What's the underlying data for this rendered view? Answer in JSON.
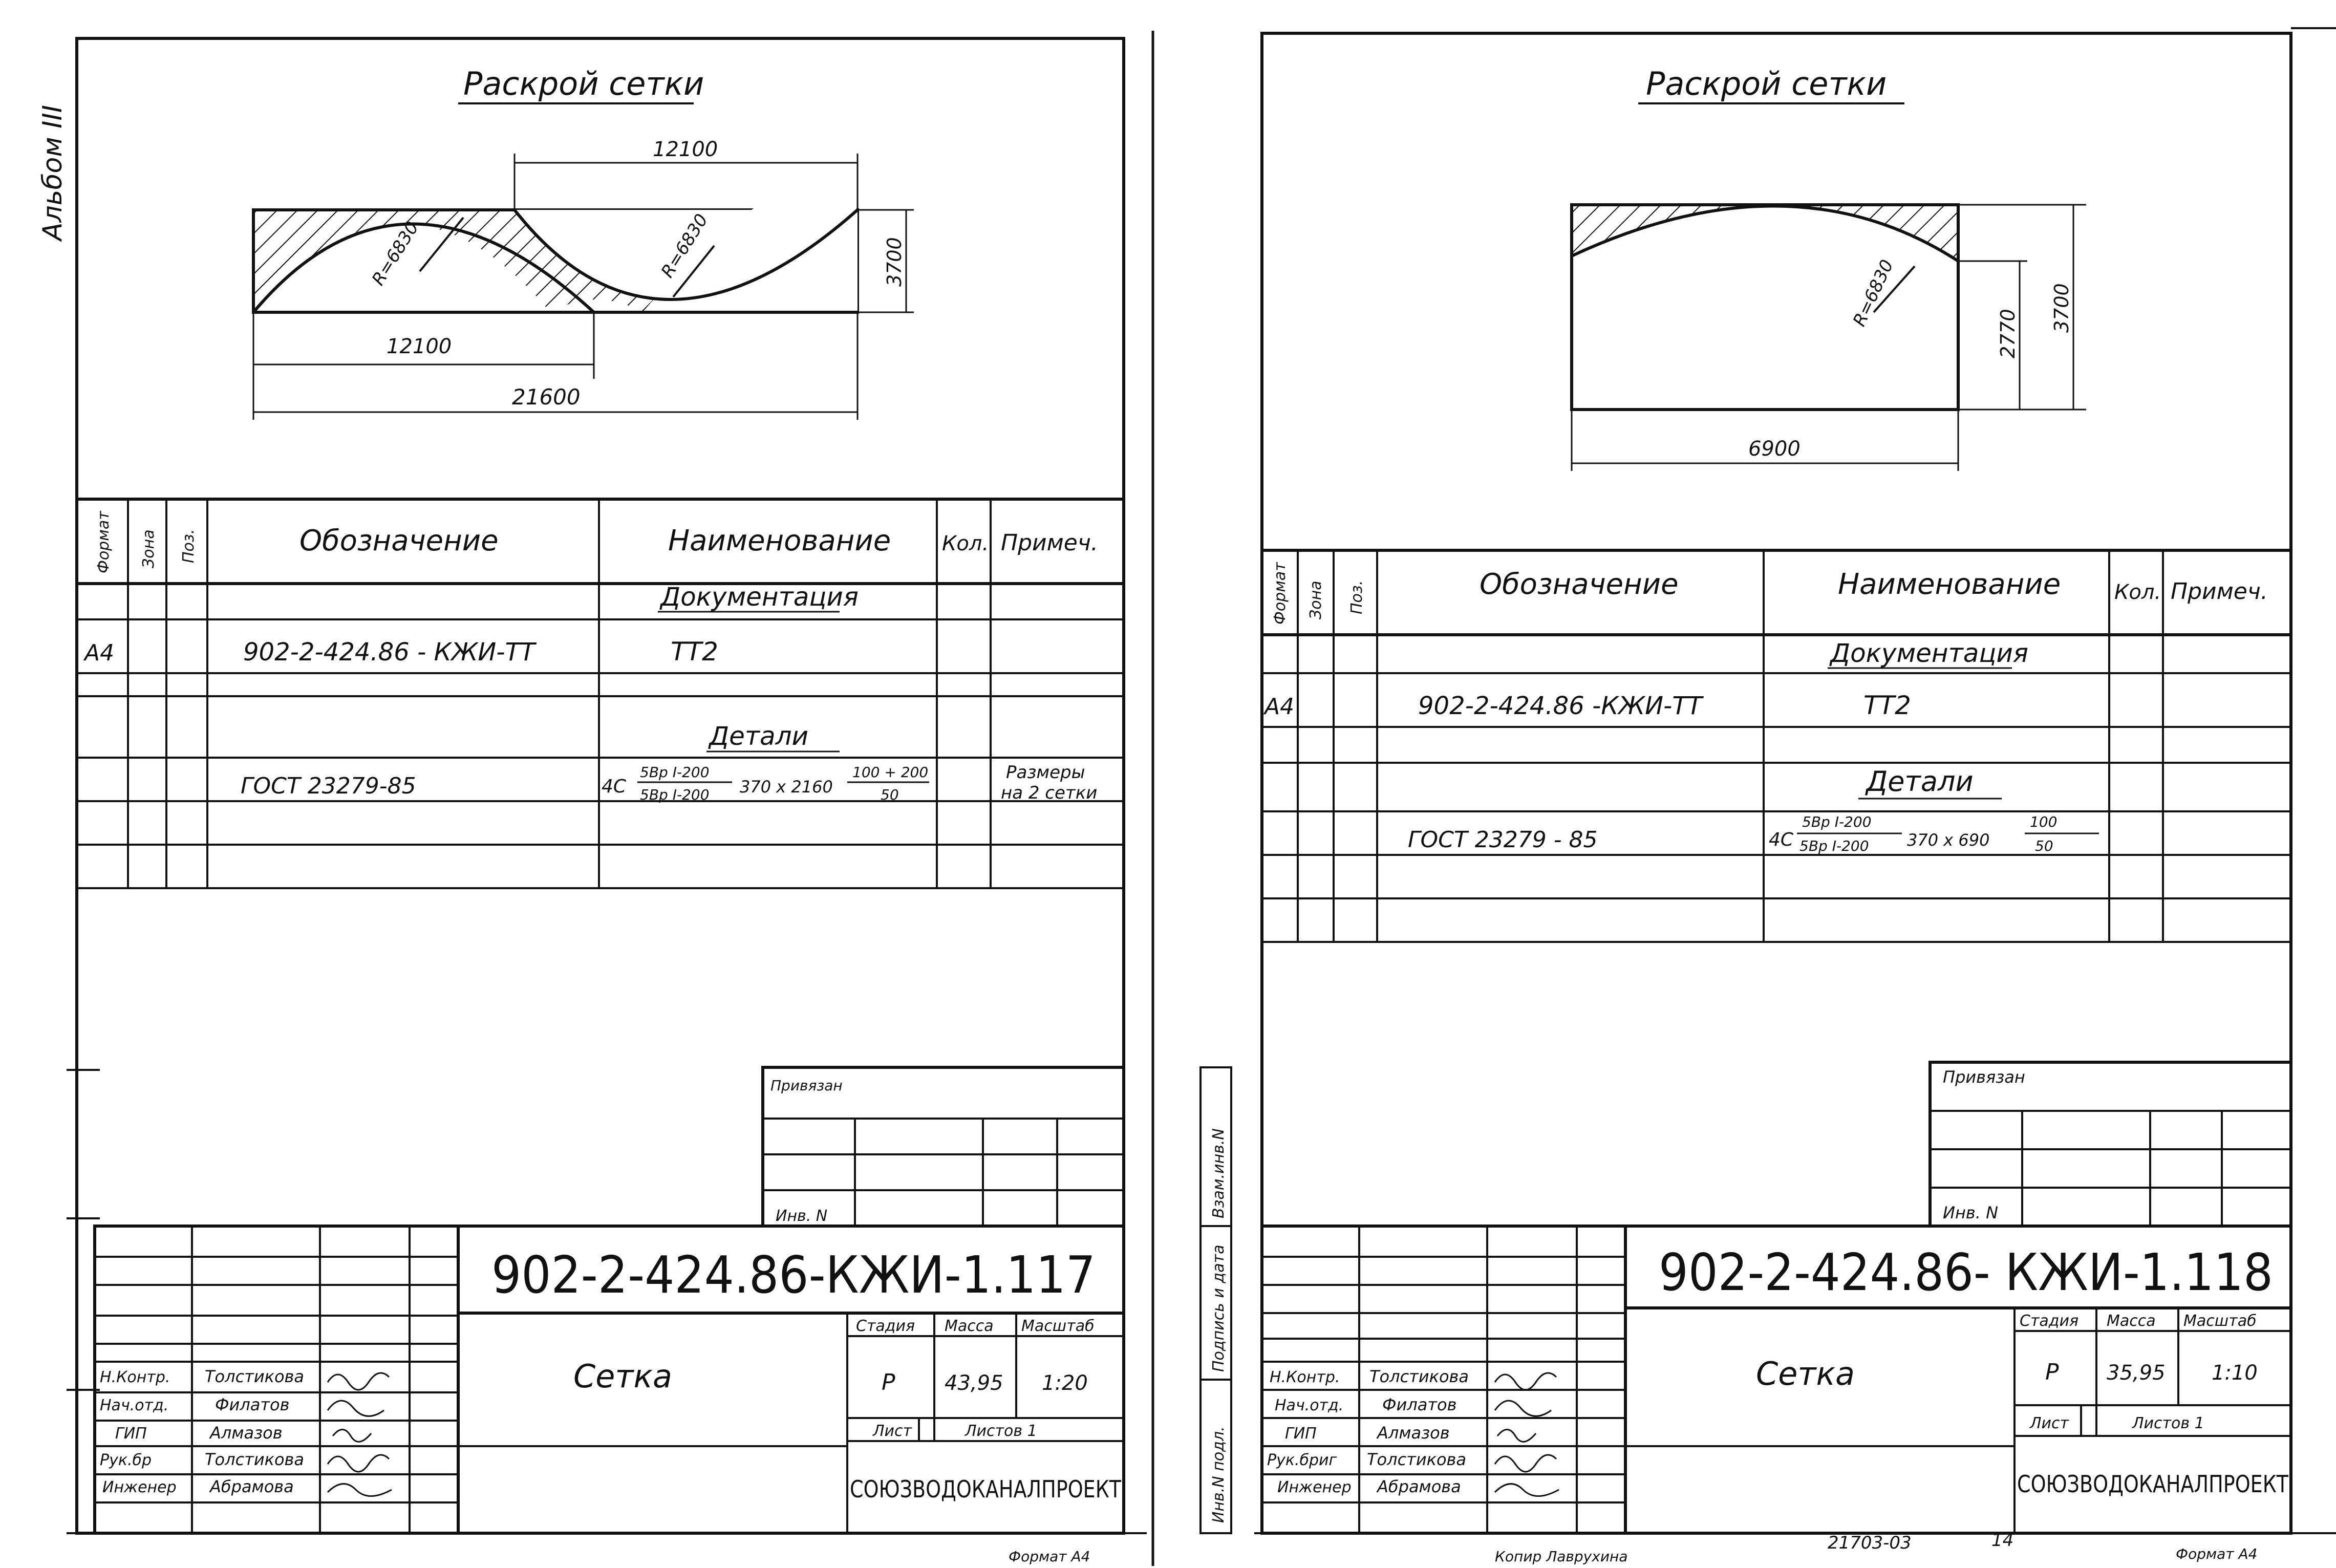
{
  "side_label": "Альбом III",
  "sheets": [
    {
      "title": "Раскрой сетки",
      "dims": {
        "top": "12100",
        "bottom_left": "12100",
        "total": "21600",
        "height": "3700",
        "radius1": "R=6830",
        "radius2": "R=6830"
      },
      "spec": {
        "headers": {
          "format": "Формат",
          "zone": "Зона",
          "pos": "Поз.",
          "designation": "Обозначение",
          "name": "Наименование",
          "qty": "Кол.",
          "note": "Примеч."
        },
        "section_docs": "Документация",
        "doc_format": "А4",
        "doc_designation": "902-2-424.86 - КЖИ-ТТ",
        "doc_name": "ТТ2",
        "section_parts": "Детали",
        "part_designation": "ГОСТ 23279-85",
        "part_prefix": "4С",
        "part_frac_top": "5Вр I-200",
        "part_frac_bottom": "5Вр I-200",
        "part_size": "370 x 2160",
        "part_frac2_top": "100 + 200",
        "part_frac2_bottom": "50",
        "part_note_1": "Размеры",
        "part_note_2": "на 2 сетки"
      },
      "stamp": {
        "privyazan": "Привязан",
        "inv": "Инв. N",
        "code": "902-2-424.86-КЖИ-1.117",
        "name": "Сетка",
        "stage_h": "Стадия",
        "mass_h": "Масса",
        "scale_h": "Масштаб",
        "stage": "Р",
        "mass": "43,95",
        "scale": "1:20",
        "sheet_h": "Лист",
        "sheets_h": "Листов 1",
        "org": "СОЮЗВОДОКАНАЛПРОЕКТ",
        "roles": [
          "Н.Контр.",
          "Нач.отд.",
          "ГИП",
          "Рук.бр",
          "Инженер"
        ],
        "names": [
          "Толстикова",
          "Филатов",
          "Алмазов",
          "Толстикова",
          "Абрамова"
        ]
      },
      "footer": "Формат А4"
    },
    {
      "title": "Раскрой сетки",
      "dims": {
        "width": "6900",
        "height_inner": "2770",
        "height": "3700",
        "radius": "R=6830"
      },
      "spec": {
        "headers": {
          "format": "Формат",
          "zone": "Зона",
          "pos": "Поз.",
          "designation": "Обозначение",
          "name": "Наименование",
          "qty": "Кол.",
          "note": "Примеч."
        },
        "section_docs": "Документация",
        "doc_format": "А4",
        "doc_designation": "902-2-424.86 -КЖИ-ТТ",
        "doc_name": "ТТ2",
        "section_parts": "Детали",
        "part_designation": "ГОСТ 23279 - 85",
        "part_prefix": "4С",
        "part_frac_top": "5Вр I-200",
        "part_frac_bottom": "5Вр I-200",
        "part_size": "370 x 690",
        "part_frac2_top": "100",
        "part_frac2_bottom": "50"
      },
      "side_stamp": [
        "Взам.инв.N",
        "Подпись и дата",
        "Инв.N подл."
      ],
      "stamp": {
        "privyazan": "Привязан",
        "inv": "Инв. N",
        "code": "902-2-424.86- КЖИ-1.118",
        "name": "Сетка",
        "stage_h": "Стадия",
        "mass_h": "Масса",
        "scale_h": "Масштаб",
        "stage": "Р",
        "mass": "35,95",
        "scale": "1:10",
        "sheet_h": "Лист",
        "sheets_h": "Листов 1",
        "org": "СОЮЗВОДОКАНАЛПРОЕКТ",
        "roles": [
          "Н.Контр.",
          "Нач.отд.",
          "ГИП",
          "Рук.бриг",
          "Инженер"
        ],
        "names": [
          "Толстикова",
          "Филатов",
          "Алмазов",
          "Толстикова",
          "Абрамова"
        ]
      },
      "footer_copy": "Копир Лаврухина",
      "footer_num": "21703-03",
      "footer_page": "14",
      "footer": "Формат А4"
    }
  ]
}
